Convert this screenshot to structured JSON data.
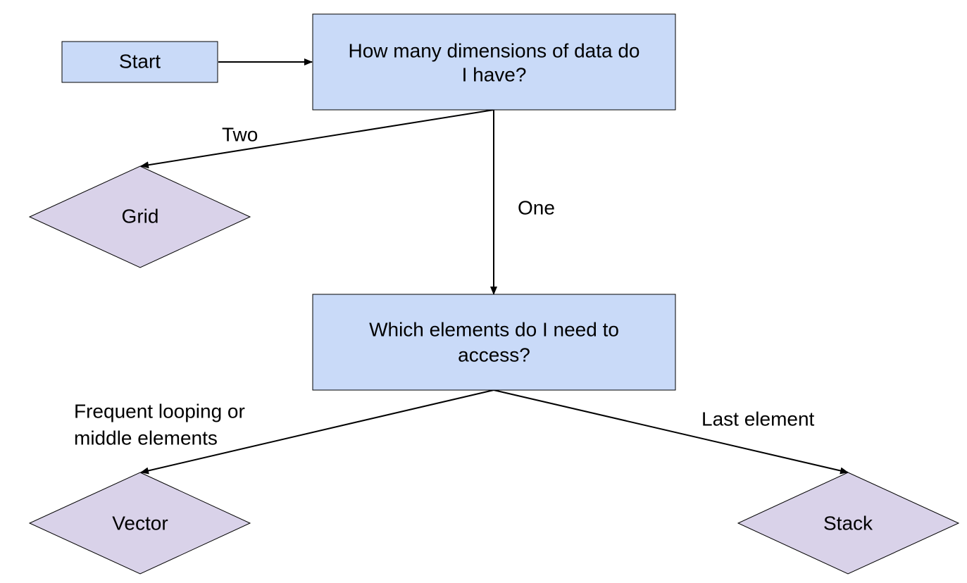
{
  "colors": {
    "process_fill": "#c9daf8",
    "decision_fill": "#d9d2e9",
    "stroke": "#000000",
    "text": "#000000",
    "background": "#ffffff"
  },
  "nodes": {
    "start": "Start",
    "dimensions_question": [
      "How many dimensions of data do",
      "I have?"
    ],
    "grid": "Grid",
    "elements_question": [
      "Which elements do I need to",
      "access?"
    ],
    "vector": "Vector",
    "stack": "Stack"
  },
  "edges": {
    "two": "Two",
    "one": "One",
    "frequent_looping": [
      "Frequent looping or",
      "middle elements"
    ],
    "last_element": "Last element"
  }
}
